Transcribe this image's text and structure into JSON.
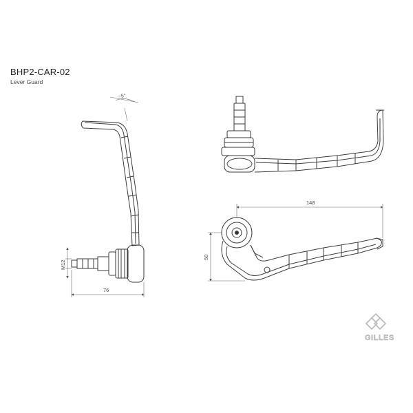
{
  "sheet": {
    "part_number": "BHP2-CAR-02",
    "description": "Lever Guard"
  },
  "dimensions": {
    "angle": "~5°",
    "thread": "M12",
    "width_side": "76",
    "length_top": "148",
    "height_top": "50"
  },
  "brand": {
    "name": "GILLES"
  },
  "colors": {
    "line": "#3a3a3a",
    "dim_line": "#555555",
    "logo": "#b8b8b8"
  }
}
